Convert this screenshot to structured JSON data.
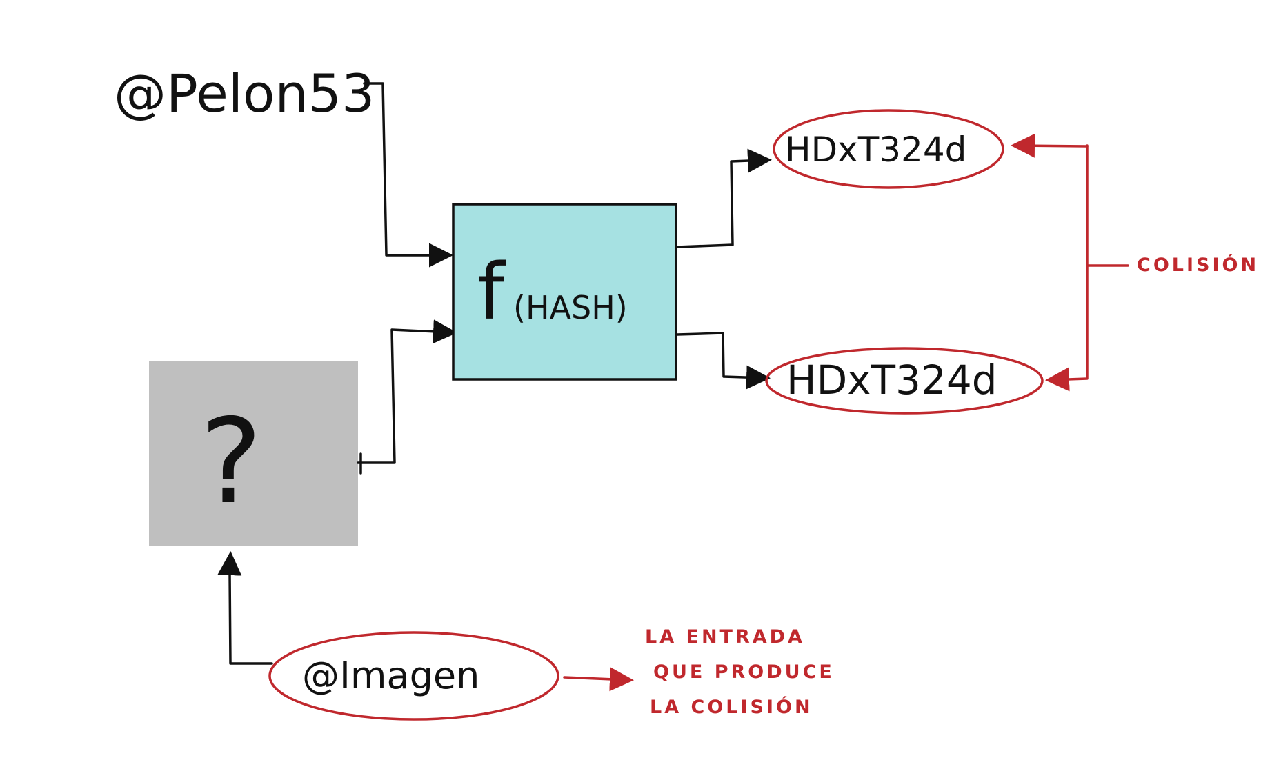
{
  "diagram": {
    "inputs": {
      "known_input": "@Pelon53",
      "unknown_input": "?",
      "image_input": "@Imagen"
    },
    "hash_box": {
      "function_symbol": "f",
      "function_name": "(HASH)"
    },
    "outputs": {
      "output_top": "HDxT324d",
      "output_bottom": "HDxT324d"
    },
    "annotations": {
      "collision_label": "COLISIÓN",
      "note_line_1": "LA  ENTRADA",
      "note_line_2": "QUE  PRODUCE",
      "note_line_3": "LA  COLISIÓN"
    },
    "colors": {
      "ink": "#111111",
      "annotation_red": "#c0282d",
      "hash_box_fill": "#a6e1e2",
      "unknown_box_fill": "#bfbfbf"
    }
  }
}
